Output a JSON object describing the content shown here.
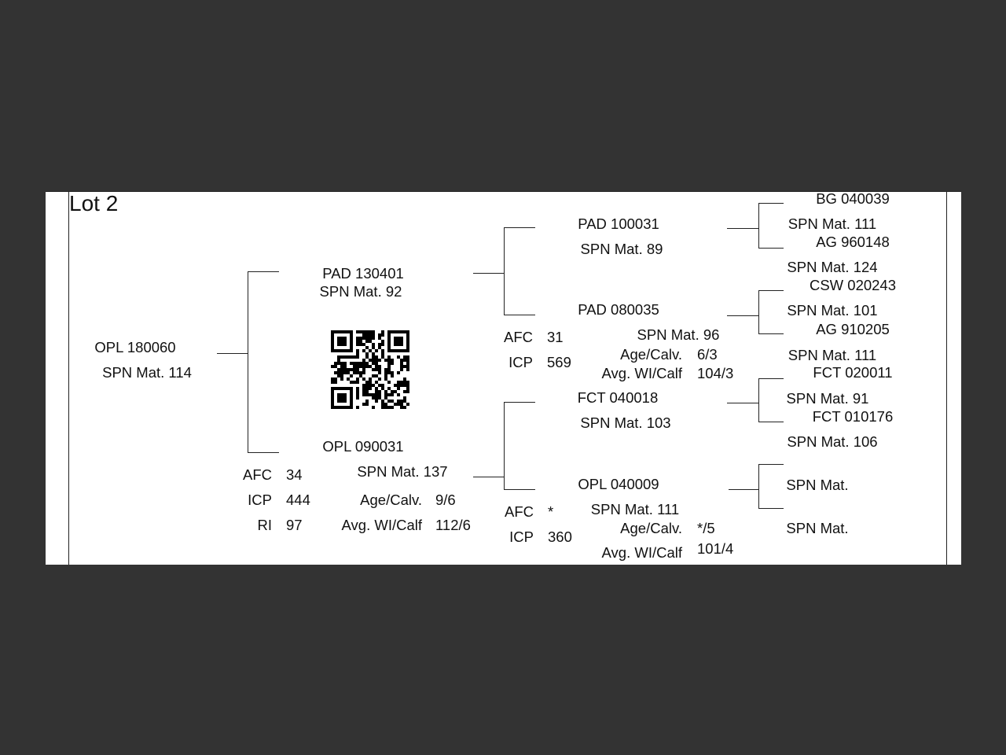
{
  "lot_title": "Lot 2",
  "animal": {
    "id": "OPL 180060",
    "spn": "SPN Mat. 114"
  },
  "sire": {
    "id": "PAD 130401",
    "spn": "SPN Mat. 92"
  },
  "dam": {
    "id": "OPL 090031",
    "spn": "SPN Mat. 137",
    "afc_label": "AFC",
    "afc": "34",
    "icp_label": "ICP",
    "icp": "444",
    "ri_label": "RI",
    "ri": "97",
    "age_calv_label": "Age/Calv.",
    "age_calv": "9/6",
    "avg_wi_label": "Avg. WI/Calf",
    "avg_wi": "112/6"
  },
  "sire_sire": {
    "id": "PAD 100031",
    "spn": "SPN Mat. 89"
  },
  "sire_dam": {
    "id": "PAD 080035",
    "spn": "SPN Mat. 96",
    "afc_label": "AFC",
    "afc": "31",
    "icp_label": "ICP",
    "icp": "569",
    "age_calv_label": "Age/Calv.",
    "age_calv": "6/3",
    "avg_wi_label": "Avg. WI/Calf",
    "avg_wi": "104/3"
  },
  "dam_sire": {
    "id": "FCT 040018",
    "spn": "SPN Mat. 103"
  },
  "dam_dam": {
    "id": "OPL 040009",
    "spn": "SPN Mat. 111",
    "afc_label": "AFC",
    "afc": "*",
    "icp_label": "ICP",
    "icp": "360",
    "age_calv_label": "Age/Calv.",
    "age_calv": "*/5",
    "avg_wi_label": "Avg. WI/Calf",
    "avg_wi": "101/4"
  },
  "ggp": [
    {
      "id": "BG  040039",
      "spn": "SPN Mat. 111"
    },
    {
      "id": "AG  960148",
      "spn": "SPN Mat. 124"
    },
    {
      "id": "CSW 020243",
      "spn": "SPN Mat. 101"
    },
    {
      "id": "AG  910205",
      "spn": "SPN Mat. 111"
    },
    {
      "id": "FCT 020011",
      "spn": "SPN Mat. 91"
    },
    {
      "id": "FCT 010176",
      "spn": "SPN Mat. 106"
    },
    {
      "id": "",
      "spn": "SPN Mat."
    },
    {
      "id": "",
      "spn": "SPN Mat."
    }
  ]
}
